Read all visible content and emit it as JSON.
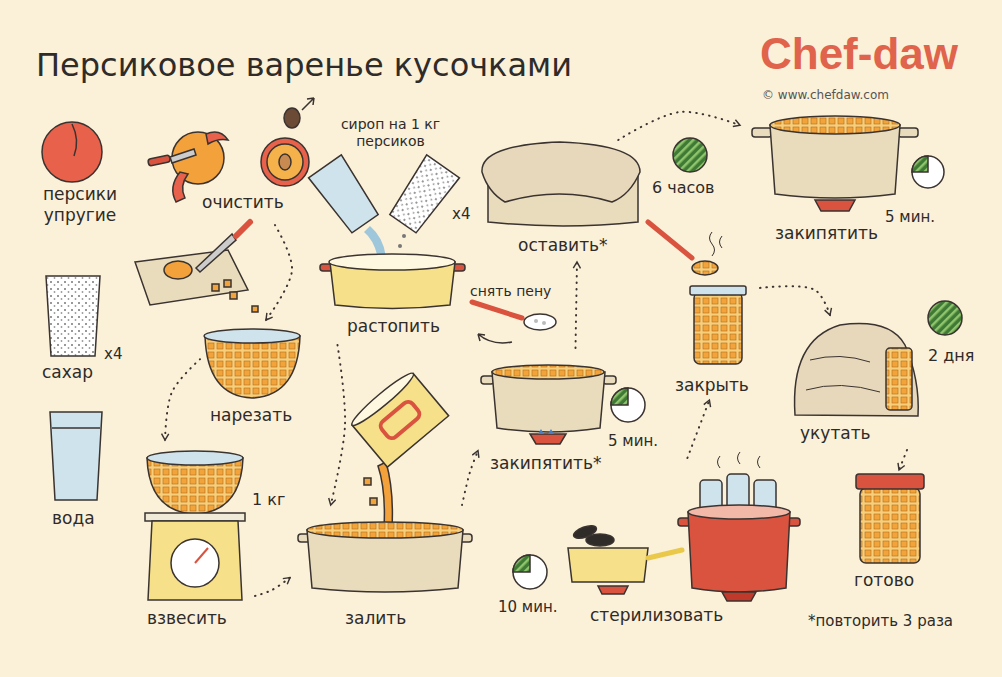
{
  "diagram": {
    "title": "Персиковое варенье кусочками",
    "nodes": [
      {
        "text": [
          "персики упругие"
        ]
      },
      {
        "text": [
          "сахар"
        ]
      },
      {
        "text": [
          "вода"
        ]
      },
      {
        "text": [
          "очистить"
        ]
      },
      {
        "text": [
          "нарезать"
        ]
      },
      {
        "text": [
          "взвесить"
        ]
      },
      {
        "text": [
          "растопить"
        ]
      },
      {
        "text": [
          "залить"
        ]
      },
      {
        "text": [
          "закипятить*"
        ]
      },
      {
        "text": [
          "оставить*"
        ]
      },
      {
        "text": [
          "закипятить"
        ]
      },
      {
        "text": [
          "закрыть"
        ]
      },
      {
        "text": [
          "стерилизовать"
        ]
      },
      {
        "text": [
          "укутать"
        ]
      },
      {
        "text": [
          "готово"
        ]
      }
    ],
    "edges": [
      {
        "from": 3,
        "to": 4,
        "arrow": "to"
      },
      {
        "from": 4,
        "to": 5,
        "arrow": "to"
      },
      {
        "from": 5,
        "to": 7,
        "arrow": "to"
      },
      {
        "from": 6,
        "to": 7,
        "arrow": "to"
      },
      {
        "from": 7,
        "to": 8,
        "arrow": "to"
      },
      {
        "from": 8,
        "to": 9,
        "arrow": "to"
      },
      {
        "from": 9,
        "to": 10,
        "arrow": "to"
      },
      {
        "from": 12,
        "to": 11,
        "arrow": "to"
      },
      {
        "from": 11,
        "to": 13,
        "arrow": "to"
      },
      {
        "from": 13,
        "to": 14,
        "arrow": "to"
      }
    ],
    "labels": [
      "Chef-daw",
      "© www.chefdaw.com",
      "x4",
      "сироп на 1 кг персиков",
      "x4",
      "1 кг",
      "снять пену",
      "5 мин.",
      "6 часов",
      "5 мин.",
      "2 дня",
      "10 мин.",
      "*повторить 3 раза"
    ]
  }
}
